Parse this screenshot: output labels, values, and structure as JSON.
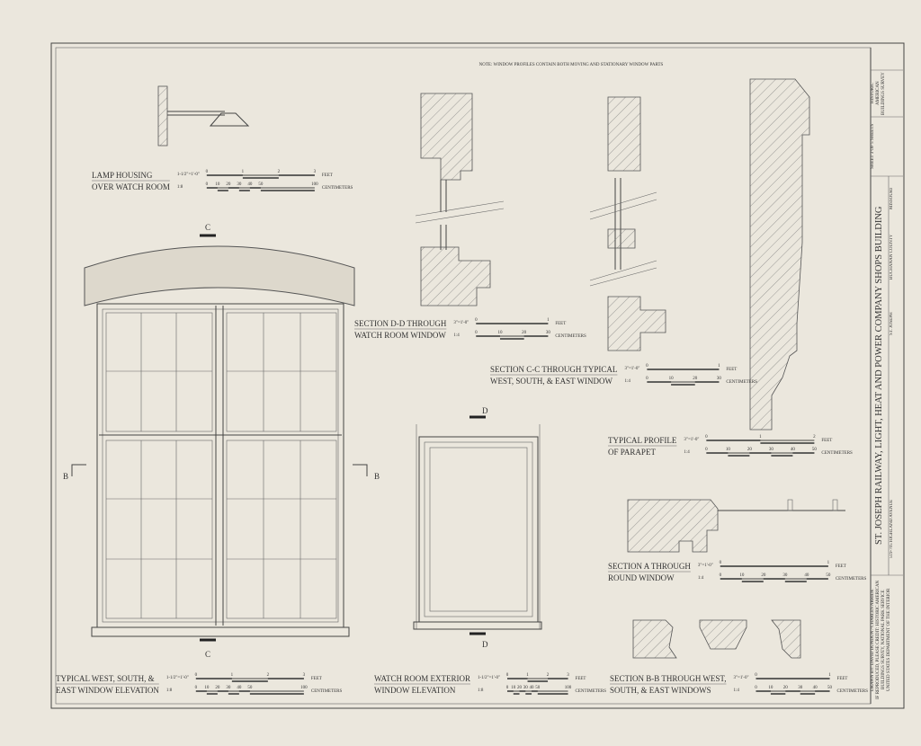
{
  "note": "NOTE: WINDOW PROFILES CONTAIN BOTH MOVING AND STATIONARY WINDOW PARTS",
  "units": {
    "feet": "FEET",
    "cm": "CENTIMETERS"
  },
  "drawings": {
    "lamp": {
      "line1": "LAMP HOUSING",
      "line2": "OVER WATCH ROOM",
      "scale": "1-1/2\"=1'-0\"",
      "ratio": "1:8",
      "ft": [
        "0",
        "1",
        "2",
        "3"
      ],
      "cm": [
        "0",
        "10",
        "20",
        "30",
        "40",
        "50",
        "100"
      ]
    },
    "sec_dd": {
      "line1": "SECTION D-D THROUGH",
      "line2": "WATCH ROOM WINDOW",
      "scale": "3\"=1'-0\"",
      "ratio": "1:4",
      "ft": [
        "0",
        "1"
      ],
      "cm": [
        "0",
        "10",
        "20",
        "30"
      ]
    },
    "sec_cc": {
      "line1": "SECTION C-C THROUGH TYPICAL",
      "line2": "WEST, SOUTH, & EAST WINDOW",
      "scale": "3\"=1'-0\"",
      "ratio": "1:4",
      "ft": [
        "0",
        "1"
      ],
      "cm": [
        "0",
        "10",
        "20",
        "30"
      ]
    },
    "parapet": {
      "line1": "TYPICAL PROFILE",
      "line2": "OF PARAPET",
      "scale": "3\"=1'-0\"",
      "ratio": "1:4",
      "ft": [
        "0",
        "1",
        "2"
      ],
      "cm": [
        "0",
        "10",
        "20",
        "30",
        "40",
        "50"
      ]
    },
    "sec_a": {
      "line1": "SECTION A THROUGH",
      "line2": "ROUND WINDOW",
      "scale": "3\"=1'-0\"",
      "ratio": "1:4",
      "ft": [
        "0",
        "1"
      ],
      "cm": [
        "0",
        "10",
        "20",
        "30",
        "40",
        "50"
      ]
    },
    "typ_elev": {
      "line1": "TYPICAL WEST, SOUTH, &",
      "line2": "EAST WINDOW ELEVATION",
      "scale": "1-1/2\"=1'-0\"",
      "ratio": "1:8",
      "ft": [
        "0",
        "1",
        "2",
        "3"
      ],
      "cm": [
        "0",
        "10",
        "20",
        "30",
        "40",
        "50",
        "100"
      ]
    },
    "watch_elev": {
      "line1": "WATCH ROOM EXTERIOR",
      "line2": "WINDOW ELEVATION",
      "scale": "1-1/2\"=1'-0\"",
      "ratio": "1:8",
      "ft": [
        "0",
        "1",
        "2",
        "3"
      ],
      "cm": [
        "0",
        "10",
        "20",
        "30",
        "40",
        "50",
        "100"
      ]
    },
    "sec_bb": {
      "line1": "SECTION B-B THROUGH WEST,",
      "line2": "SOUTH, & EAST WINDOWS",
      "scale": "3\"=1'-0\"",
      "ratio": "1:4",
      "ft": [
        "0",
        "1"
      ],
      "cm": [
        "0",
        "10",
        "20",
        "30",
        "40",
        "50"
      ]
    }
  },
  "markers": {
    "c": "C",
    "b": "B",
    "d": "D"
  },
  "title_block": {
    "title": "ST. JOSEPH RAILWAY, LIGHT, HEAT AND POWER COMPANY SHOPS BUILDING",
    "address": "519-705 HIGHLAND AVENUE",
    "city": "ST. JOSEPH",
    "county": "BUCHANAN COUNTY",
    "state": "MISSOURI",
    "survey": "HISTORIC AMERICAN BUILDINGS SURVEY",
    "sheet": "SHEET 3 OF 5 SHEETS",
    "drawn_by": "DRAWN BY: DAVID DUNDUN / CHARLES ARRIDE",
    "credit": "IF REPRODUCED, PLEASE CREDIT: HISTORIC AMERICAN BUILDINGS SURVEY, NATIONAL PARK SERVICE",
    "dept": "UNITED STATES DEPARTMENT OF THE INTERIOR"
  }
}
